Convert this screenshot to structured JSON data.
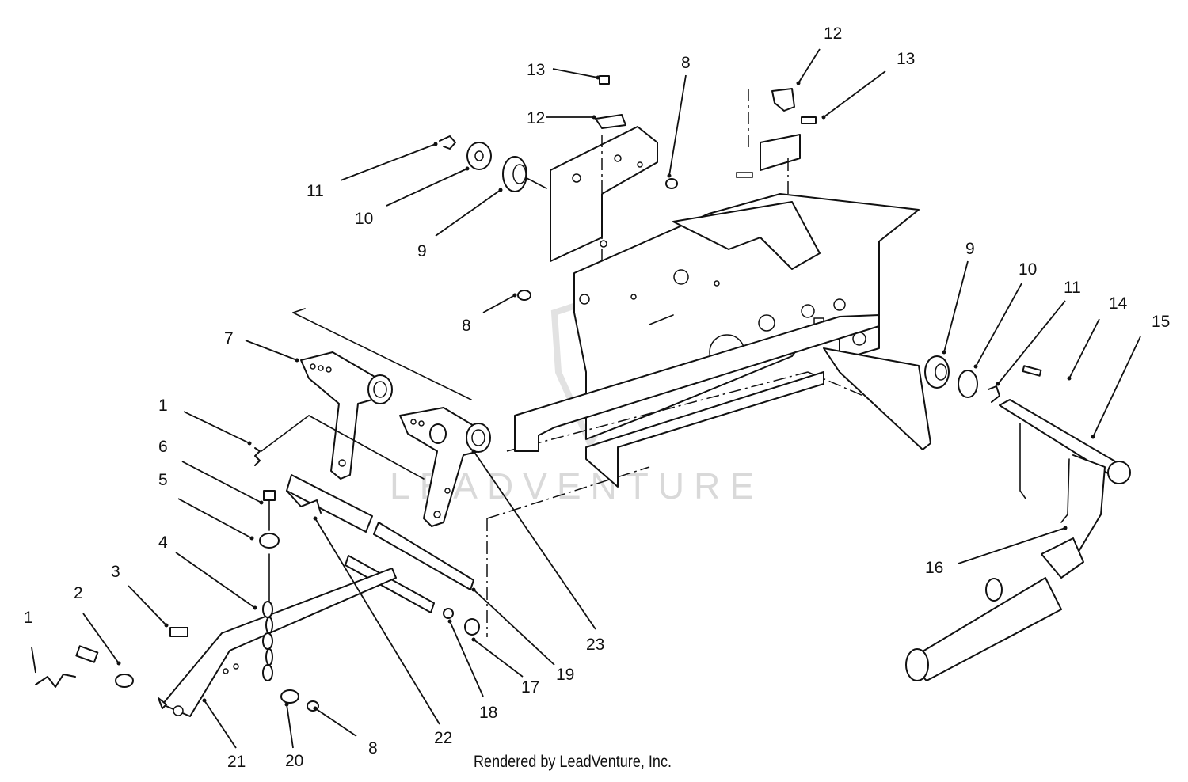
{
  "watermark": {
    "text": "LEADVENTURE"
  },
  "credit": {
    "text": "Rendered by LeadVenture, Inc."
  },
  "callouts": [
    {
      "id": "1",
      "label": "1"
    },
    {
      "id": "1b",
      "label": "1"
    },
    {
      "id": "2",
      "label": "2"
    },
    {
      "id": "3",
      "label": "3"
    },
    {
      "id": "4",
      "label": "4"
    },
    {
      "id": "5",
      "label": "5"
    },
    {
      "id": "6",
      "label": "6"
    },
    {
      "id": "7",
      "label": "7"
    },
    {
      "id": "8a",
      "label": "8"
    },
    {
      "id": "8b",
      "label": "8"
    },
    {
      "id": "8c",
      "label": "8"
    },
    {
      "id": "9a",
      "label": "9"
    },
    {
      "id": "9b",
      "label": "9"
    },
    {
      "id": "10a",
      "label": "10"
    },
    {
      "id": "10b",
      "label": "10"
    },
    {
      "id": "11a",
      "label": "11"
    },
    {
      "id": "11b",
      "label": "11"
    },
    {
      "id": "12a",
      "label": "12"
    },
    {
      "id": "12b",
      "label": "12"
    },
    {
      "id": "13a",
      "label": "13"
    },
    {
      "id": "13b",
      "label": "13"
    },
    {
      "id": "14",
      "label": "14"
    },
    {
      "id": "15",
      "label": "15"
    },
    {
      "id": "16",
      "label": "16"
    },
    {
      "id": "17",
      "label": "17"
    },
    {
      "id": "18",
      "label": "18"
    },
    {
      "id": "19",
      "label": "19"
    },
    {
      "id": "20",
      "label": "20"
    },
    {
      "id": "21",
      "label": "21"
    },
    {
      "id": "22",
      "label": "22"
    },
    {
      "id": "23",
      "label": "23"
    }
  ]
}
